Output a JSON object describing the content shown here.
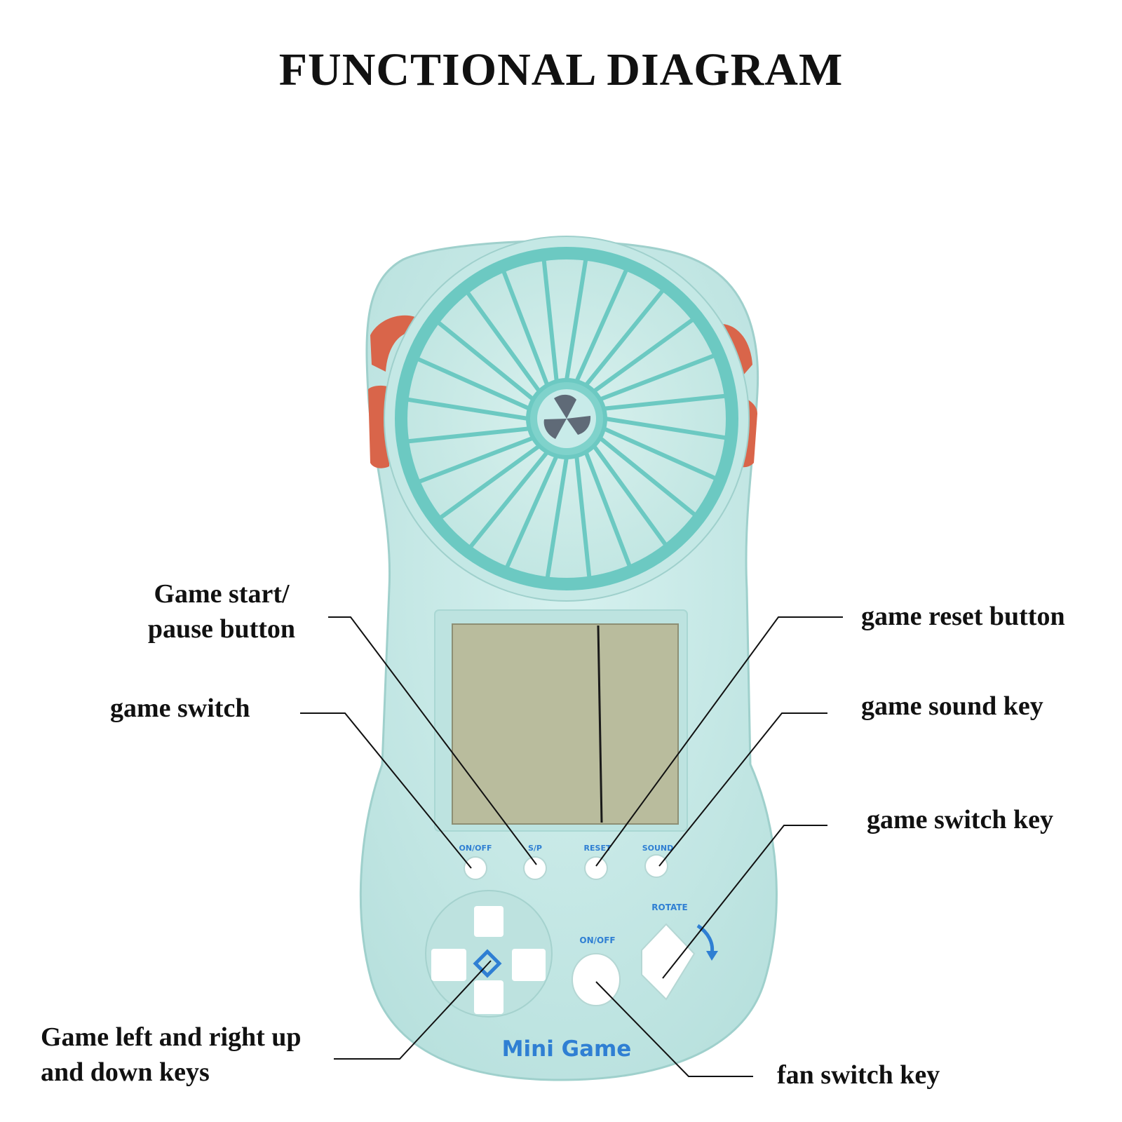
{
  "title": "FUNCTIONAL DIAGRAM",
  "device": {
    "brand_text": "Mini Game",
    "button_labels": {
      "on_off_small": "ON/OFF",
      "sp": "S/P",
      "reset": "RESET",
      "sound": "SOUND",
      "rotate": "ROTATE",
      "on_off_big": "ON/OFF"
    }
  },
  "callouts": {
    "start_pause": [
      "Game start/",
      "pause button"
    ],
    "game_switch": "game switch",
    "dpad": [
      "Game left and right up",
      "and down keys"
    ],
    "reset": "game reset button",
    "sound": "game sound key",
    "switch_key": "game switch key",
    "fan": "fan switch key"
  },
  "colors": {
    "body": "#c8ebe9",
    "body_shade": "#a9d9d6",
    "fan": "#6cc9c2",
    "accent_red": "#d9654a",
    "screen": "#b9bc9d",
    "button_text": "#2f7fd3",
    "leader_line": "#111111"
  }
}
